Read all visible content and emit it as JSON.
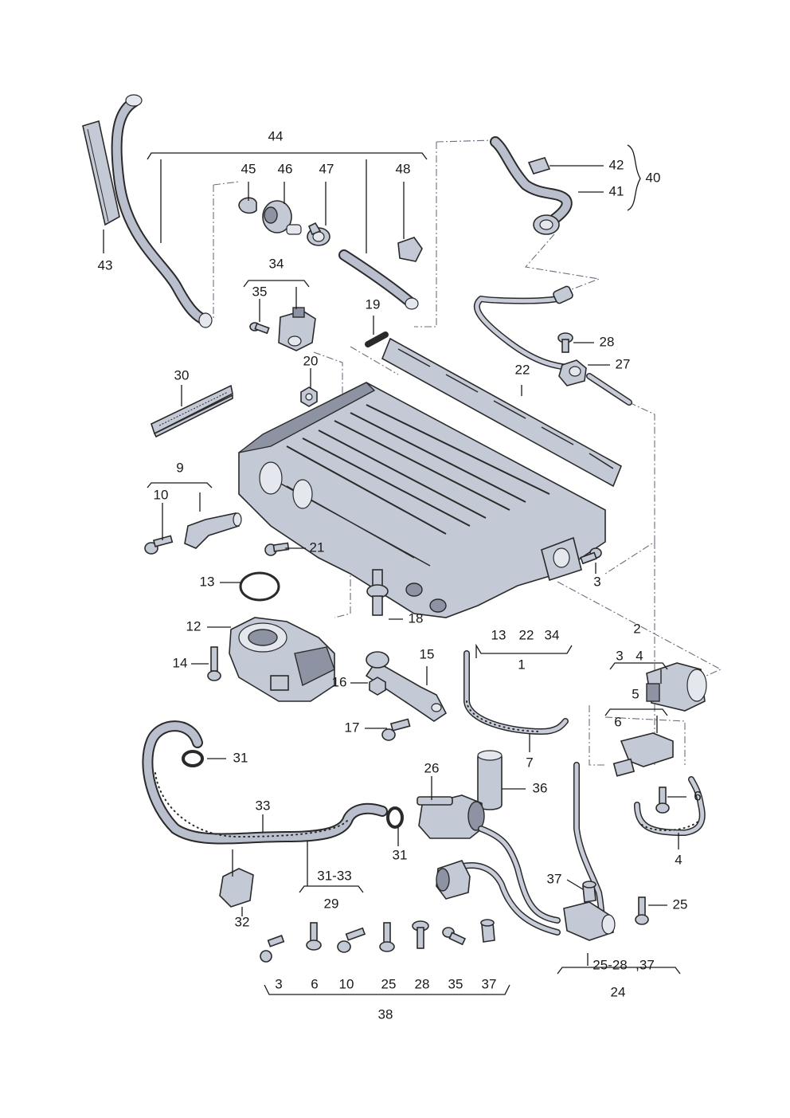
{
  "labels": {
    "p43": "43",
    "p44": "44",
    "p45": "45",
    "p46": "46",
    "p47": "47",
    "p48": "48",
    "p42": "42",
    "p41": "41",
    "p40": "40",
    "p34": "34",
    "p35": "35",
    "p19": "19",
    "p28": "28",
    "p27": "27",
    "p20": "20",
    "p22": "22",
    "p30": "30",
    "p9": "9",
    "p10": "10",
    "p21": "21",
    "p3": "3",
    "p13a": "13",
    "p12": "12",
    "p18": "18",
    "p14": "14",
    "g1_13": "13",
    "g1_22": "22",
    "g1_34": "34",
    "p1": "1",
    "p2": "2",
    "p2_3": "3",
    "p2_4": "4",
    "p5": "5",
    "p5_6": "6",
    "p15": "15",
    "p16": "16",
    "p17": "17",
    "p7": "7",
    "p31a": "31",
    "p26": "26",
    "p36": "36",
    "p6": "6",
    "p4": "4",
    "p33": "33",
    "p31b": "31",
    "p32": "32",
    "p31_33": "31-33",
    "p29": "29",
    "p37": "37",
    "p25": "25",
    "p25_28": "25-28",
    "p25_28_37": ",37",
    "p24": "24",
    "b3": "3",
    "b6": "6",
    "b10": "10",
    "b25": "25",
    "b28": "28",
    "b35": "35",
    "b37": "37",
    "p38": "38"
  }
}
